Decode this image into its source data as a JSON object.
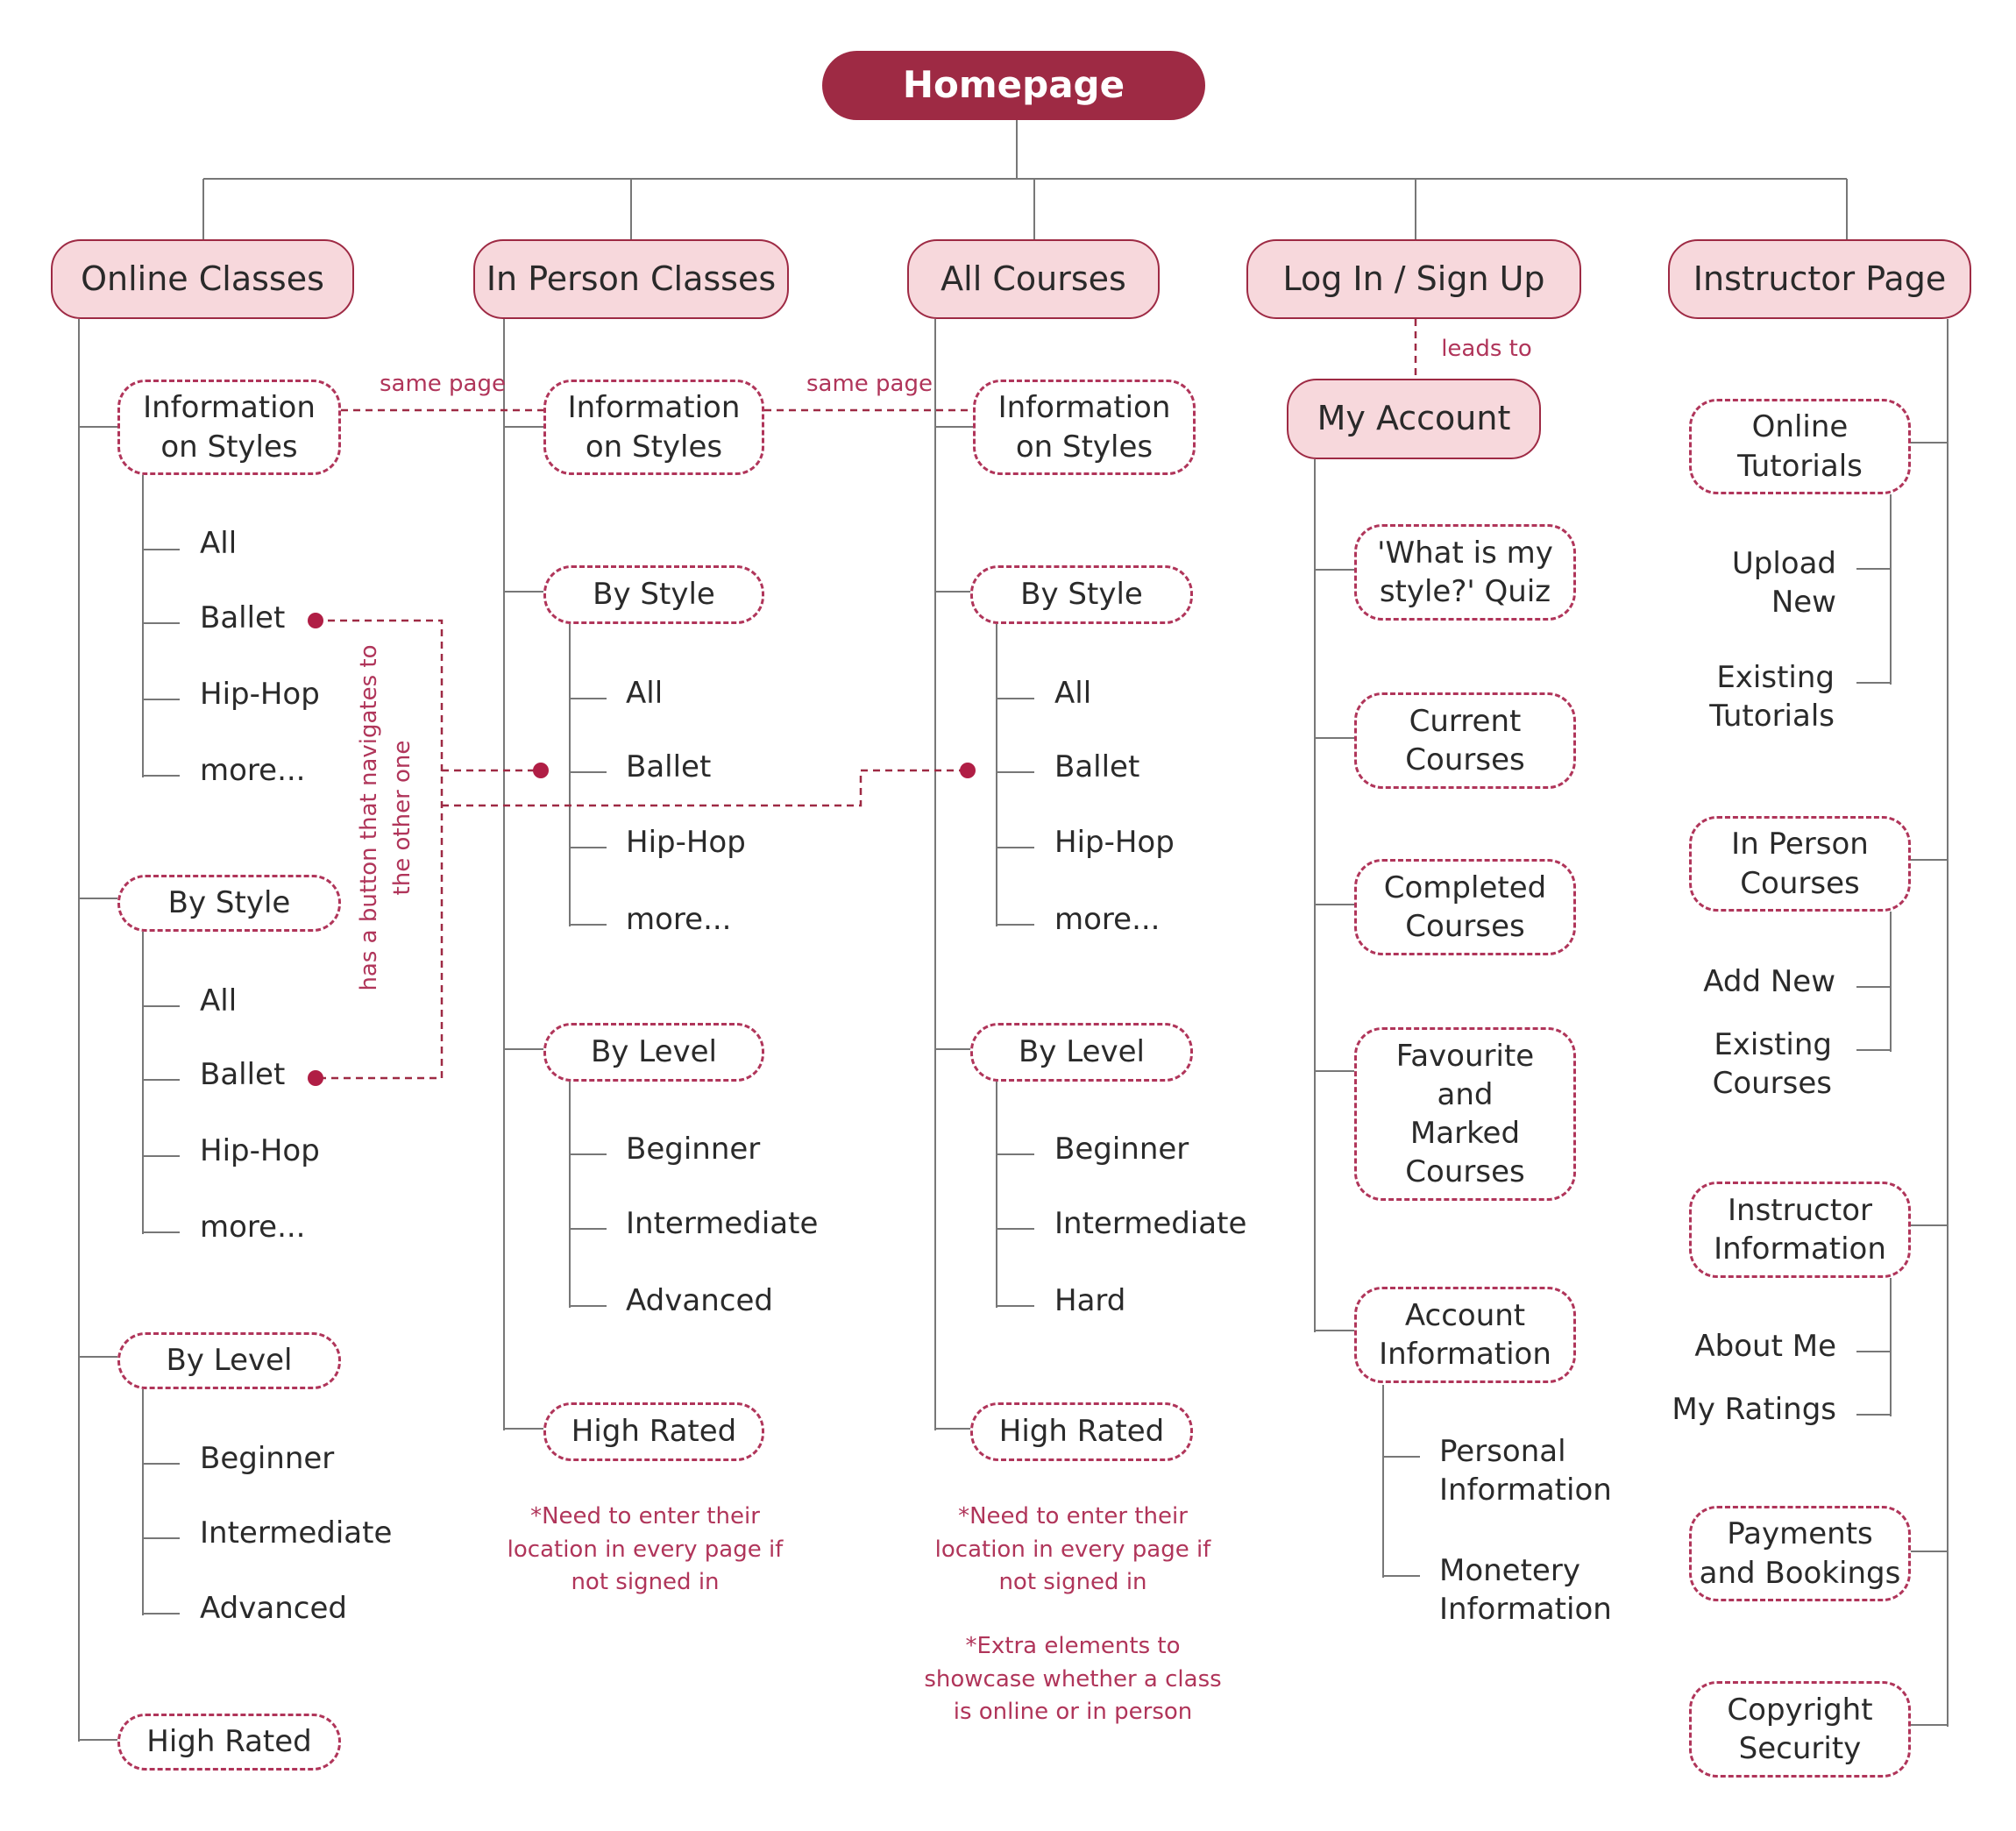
{
  "root": "Homepage",
  "categories": {
    "online": "Online Classes",
    "inperson": "In Person Classes",
    "all": "All Courses",
    "login": "Log In / Sign Up",
    "instructor": "Instructor Page"
  },
  "online": {
    "info": "Information\non Styles",
    "info_items": [
      "All",
      "Ballet",
      "Hip-Hop",
      "more..."
    ],
    "style": "By Style",
    "style_items": [
      "All",
      "Ballet",
      "Hip-Hop",
      "more..."
    ],
    "level": "By Level",
    "level_items": [
      "Beginner",
      "Intermediate",
      "Advanced"
    ],
    "rated": "High Rated"
  },
  "inperson": {
    "info": "Information\non Styles",
    "style": "By Style",
    "style_items": [
      "All",
      "Ballet",
      "Hip-Hop",
      "more..."
    ],
    "level": "By Level",
    "level_items": [
      "Beginner",
      "Intermediate",
      "Advanced"
    ],
    "rated": "High Rated",
    "note": "*Need to enter their\nlocation in every page if\nnot signed in"
  },
  "all": {
    "info": "Information\non Styles",
    "style": "By Style",
    "style_items": [
      "All",
      "Ballet",
      "Hip-Hop",
      "more..."
    ],
    "level": "By Level",
    "level_items": [
      "Beginner",
      "Intermediate",
      "Hard"
    ],
    "rated": "High Rated",
    "note1": "*Need to enter their\nlocation in every page if\nnot signed in",
    "note2": "*Extra elements to\nshowcase whether a class\nis online or in person"
  },
  "account": {
    "title": "My Account",
    "quiz": "'What is my\nstyle?' Quiz",
    "current": "Current\nCourses",
    "completed": "Completed\nCourses",
    "favourite": "Favourite\nand\nMarked\nCourses",
    "info": "Account\nInformation",
    "info_items": [
      "Personal\nInformation",
      "Monetery\nInformation"
    ]
  },
  "instructor": {
    "tutorials": "Online\nTutorials",
    "tutorial_items": [
      "Upload\nNew",
      "Existing\nTutorials"
    ],
    "inperson": "In Person\nCourses",
    "inperson_items": [
      "Add New",
      "Existing\nCourses"
    ],
    "info": "Instructor\nInformation",
    "info_items": [
      "About Me",
      "My Ratings"
    ],
    "payments": "Payments\nand Bookings",
    "copyright": "Copyright\nSecurity"
  },
  "annotations": {
    "same_page_1": "same page",
    "same_page_2": "same page",
    "leads_to": "leads to",
    "nav_button": "has a button that navigates to\nthe other one"
  },
  "colors": {
    "accent": "#9e2a44",
    "category_fill": "#f7d8dc",
    "note": "#b0355a"
  }
}
